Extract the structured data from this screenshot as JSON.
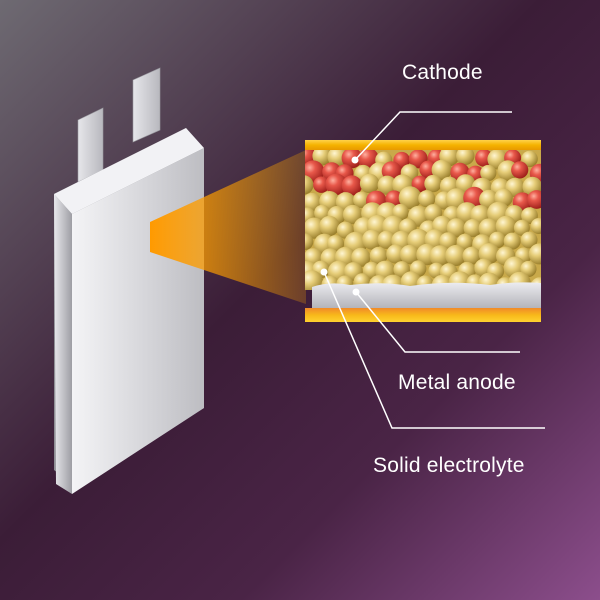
{
  "labels": {
    "cathode": "Cathode",
    "metal_anode": "Metal anode",
    "solid_electrolyte": "Solid electrolyte"
  },
  "colors": {
    "background_top_left": "#6e6a72",
    "background_mid": "#3a1a35",
    "background_bottom_right": "#8c4e8c",
    "current_collector": "#f5b800",
    "cathode_particle": "#d6443a",
    "electrolyte_particle": "#e0c66a",
    "anode_metal": "#c8c8cc",
    "beam": "#f5a000",
    "label_text": "#ffffff"
  }
}
